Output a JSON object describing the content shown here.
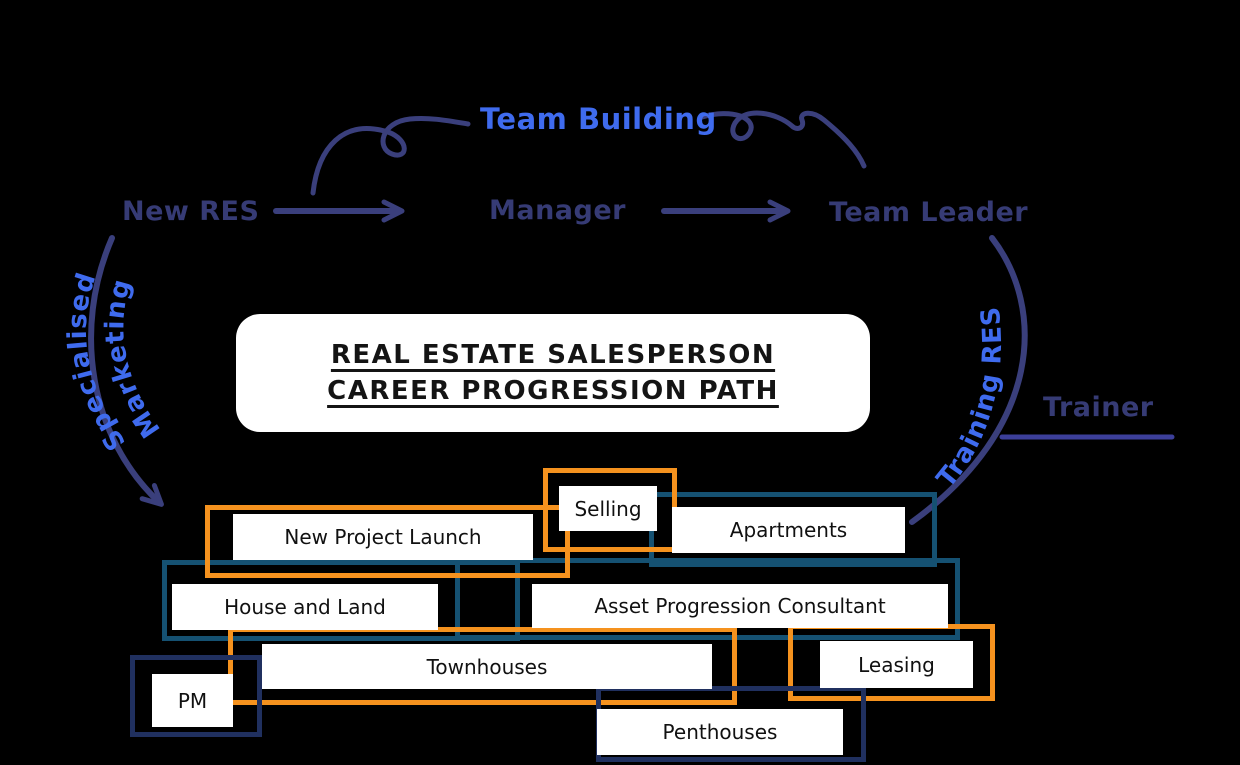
{
  "palette": {
    "background": "#000000",
    "navy_text": "#363b75",
    "bright_blue": "#3f6bee",
    "orange": "#f5921e",
    "teal": "#155172",
    "navy_box": "#20305f",
    "underline_blue": "#3c3f9a",
    "white": "#ffffff"
  },
  "flow": {
    "new_res": "New RES",
    "manager": "Manager",
    "team_leader": "Team Leader",
    "team_building": "Team Building",
    "trainer": "Trainer",
    "specialised_line1": "Specialised",
    "specialised_line2": "Marketing",
    "training_res": "Training RES"
  },
  "title": {
    "line1": "REAL ESTATE SALESPERSON",
    "line2": "CAREER PROGRESSION PATH"
  },
  "boxes": [
    {
      "label": "Selling",
      "color": "orange"
    },
    {
      "label": "Apartments",
      "color": "teal"
    },
    {
      "label": "New Project Launch",
      "color": "orange"
    },
    {
      "label": "House and Land",
      "color": "teal"
    },
    {
      "label": "Asset Progression Consultant",
      "color": "teal"
    },
    {
      "label": "Townhouses",
      "color": "orange"
    },
    {
      "label": "Leasing",
      "color": "orange"
    },
    {
      "label": "PM",
      "color": "navy"
    },
    {
      "label": "Penthouses",
      "color": "navy"
    }
  ]
}
